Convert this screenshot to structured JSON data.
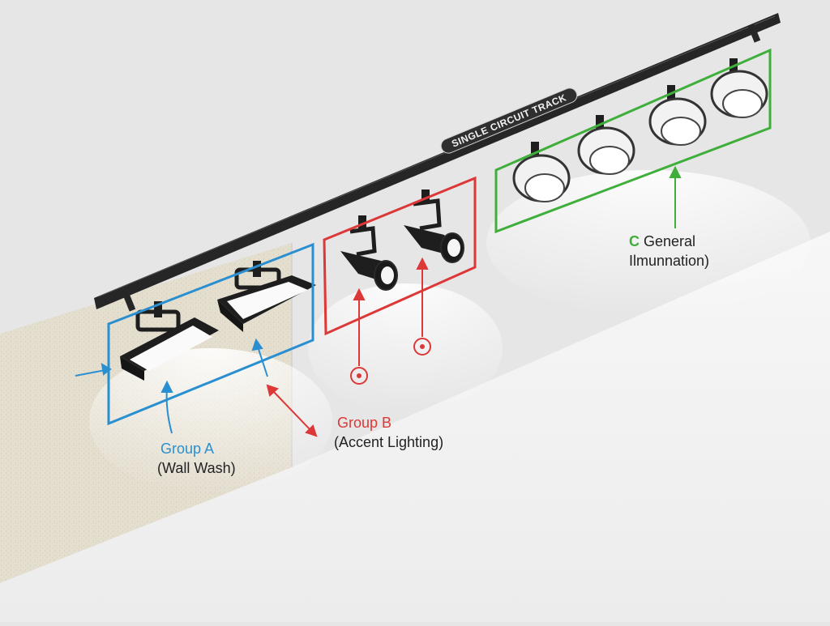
{
  "track": {
    "label": "SINGLE CIRCUIT TRACK"
  },
  "groups": {
    "a": {
      "name": "Group A",
      "desc": "(Wall Wash)",
      "color": "#2a8fd0"
    },
    "b": {
      "name": "Group B",
      "desc": "(Accent Lighting)",
      "color": "#dd3838"
    },
    "c": {
      "letter": "C",
      "name": "General",
      "desc": "Ilmunnation)",
      "color": "#3fae3a"
    }
  },
  "colors": {
    "fixture_body": "#1e1e1e",
    "track": "#262626",
    "wall": "#e6e6e6",
    "floor": "#f3f3f3",
    "stone": "#e2dccd"
  },
  "icons": [
    "wall-wash-fixture-icon",
    "spotlight-icon",
    "round-downlight-icon",
    "target-marker-icon"
  ]
}
